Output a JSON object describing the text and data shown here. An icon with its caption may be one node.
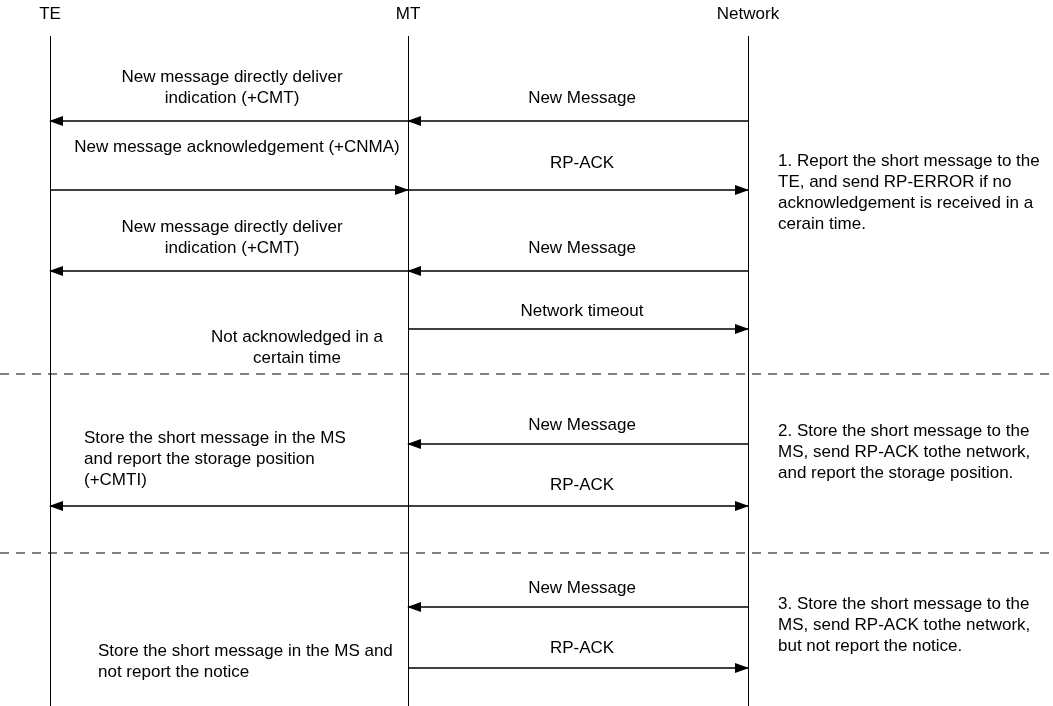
{
  "diagram": {
    "nodes": [
      {
        "text": [
          "TE"
        ]
      },
      {
        "text": [
          "MT"
        ]
      },
      {
        "text": [
          "Network"
        ]
      }
    ],
    "edges": [
      {
        "from": 2,
        "to": 1,
        "arrow": "to",
        "label": "New Message"
      },
      {
        "from": 1,
        "to": 0,
        "arrow": "to",
        "label": "New message directly deliver indication (+CMT)"
      },
      {
        "from": 0,
        "to": 1,
        "arrow": "to",
        "label": "New message acknowledgement (+CNMA)"
      },
      {
        "from": 1,
        "to": 2,
        "arrow": "to",
        "label": "RP-ACK"
      },
      {
        "from": 2,
        "to": 1,
        "arrow": "to",
        "label": "New Message"
      },
      {
        "from": 1,
        "to": 0,
        "arrow": "to",
        "label": "New message directly deliver indication (+CMT)"
      },
      {
        "from": 1,
        "to": 2,
        "arrow": "to",
        "label": "Network timeout"
      },
      {
        "from": 2,
        "to": 1,
        "arrow": "to",
        "label": "New Message"
      },
      {
        "from": 1,
        "to": 0,
        "arrow": "to",
        "label": "Store the short message in the MS and report the storage position (+CMTI)"
      },
      {
        "from": 1,
        "to": 2,
        "arrow": "to",
        "label": "RP-ACK"
      },
      {
        "from": 2,
        "to": 1,
        "arrow": "to",
        "label": "New Message"
      },
      {
        "from": 1,
        "to": 2,
        "arrow": "to",
        "label": "RP-ACK"
      }
    ],
    "labels": [
      "1. Report the short message to the TE, and send RP-ERROR if no acknowledgement is received in a cerain time.",
      "Not acknowledged in a certain time",
      "2. Store the short message to the MS, send RP-ACK tothe network, and report the storage position.",
      "Store the short message in the MS and not report the notice",
      "3. Store the short message to the MS, send RP-ACK tothe network, but not report the notice."
    ]
  }
}
